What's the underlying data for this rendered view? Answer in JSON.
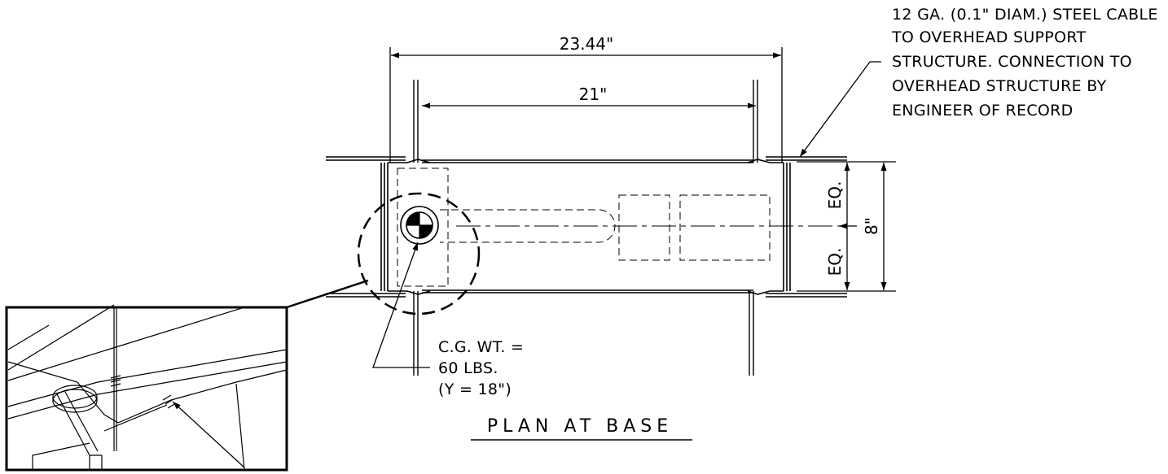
{
  "dimensions": {
    "overall_width": "23.44\"",
    "inner_width": "21\"",
    "depth": "8\"",
    "eq_top": "EQ.",
    "eq_bottom": "EQ."
  },
  "notes": {
    "cable_note_lines": [
      "12 GA. (0.1\" DIAM.) STEEL CABLE",
      "TO OVERHEAD SUPPORT",
      "STRUCTURE. CONNECTION TO",
      "OVERHEAD STRUCTURE BY",
      "ENGINEER OF RECORD"
    ],
    "cg_note_lines": [
      "C.G. WT. =",
      "60 LBS.",
      "(Y = 18\")"
    ]
  },
  "title": "PLAN AT BASE"
}
